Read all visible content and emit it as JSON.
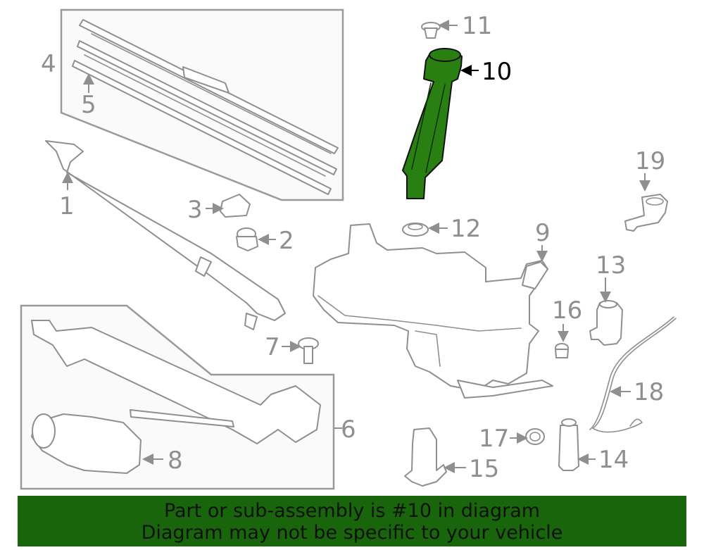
{
  "callouts": {
    "c1": "1",
    "c2": "2",
    "c3": "3",
    "c4": "4",
    "c5": "5",
    "c6": "6",
    "c7": "7",
    "c8": "8",
    "c9": "9",
    "c10": "10",
    "c11": "11",
    "c12": "12",
    "c13": "13",
    "c14": "14",
    "c15": "15",
    "c16": "16",
    "c17": "17",
    "c18": "18",
    "c19": "19"
  },
  "highlighted_part": "10",
  "colors": {
    "highlight": "#2a7f12",
    "banner": "#18650b",
    "line": "#8f8f8f"
  },
  "banner": {
    "line1": "Part or sub-assembly is #10 in diagram",
    "line2": "Diagram may not be specific to your vehicle"
  }
}
